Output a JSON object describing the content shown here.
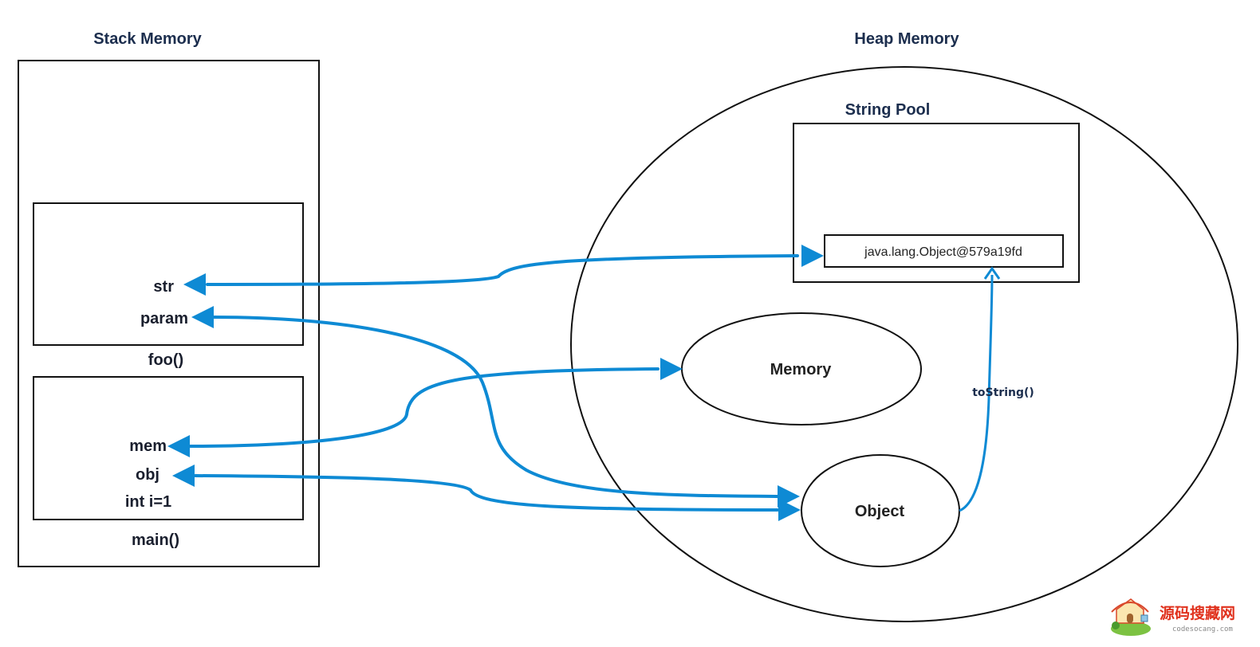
{
  "diagram": {
    "stack": {
      "title": "Stack Memory",
      "frames": [
        {
          "name": "foo()",
          "variables": [
            "str",
            "param"
          ]
        },
        {
          "name": "main()",
          "variables": [
            "mem",
            "obj",
            "int i=1"
          ]
        }
      ]
    },
    "heap": {
      "title": "Heap Memory",
      "string_pool": {
        "title": "String Pool",
        "entry": "java.lang.Object@579a19fd"
      },
      "objects": [
        "Memory",
        "Object"
      ]
    },
    "edges": [
      {
        "from": "String Pool: java.lang.Object@579a19fd",
        "to": "str"
      },
      {
        "from": "Object",
        "to": "param"
      },
      {
        "from": "Memory",
        "to": "mem"
      },
      {
        "from": "Object",
        "to": "obj"
      },
      {
        "from": "Object",
        "to": "java.lang.Object@579a19fd",
        "label": "toString()"
      }
    ],
    "edge_color": "#0e8ad4"
  },
  "watermark": {
    "text_cn": "源码搜藏网",
    "text_en": "codesocang.com"
  }
}
